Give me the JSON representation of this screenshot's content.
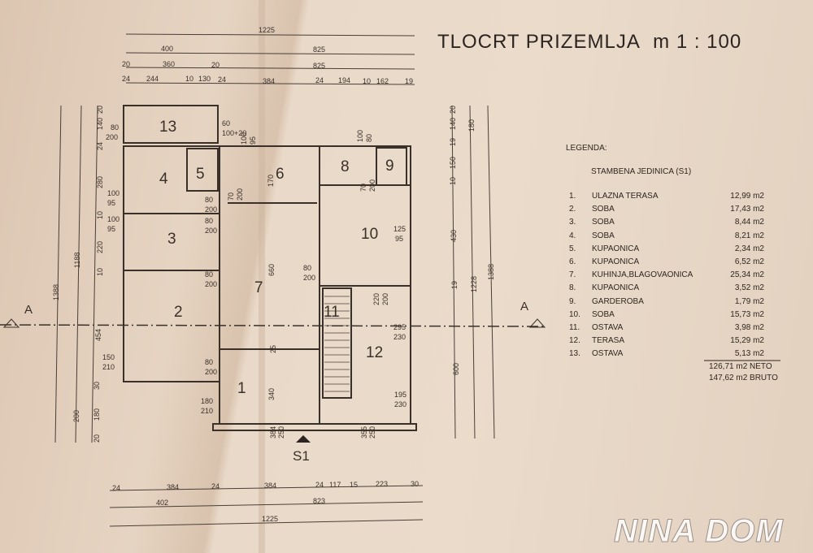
{
  "title": "TLOCRT PRIZEMLJA",
  "scale": "m 1 : 100",
  "legend": {
    "heading": "LEGENDA:",
    "unit": "STAMBENA JEDINICA (S1)",
    "items": [
      {
        "no": "1.",
        "name": "ULAZNA TERASA",
        "area": "12,99 m2"
      },
      {
        "no": "2.",
        "name": "SOBA",
        "area": "17,43 m2"
      },
      {
        "no": "3.",
        "name": "SOBA",
        "area": "8,44 m2"
      },
      {
        "no": "4.",
        "name": "SOBA",
        "area": "8,21 m2"
      },
      {
        "no": "5.",
        "name": "KUPAONICA",
        "area": "2,34 m2"
      },
      {
        "no": "6.",
        "name": "KUPAONICA",
        "area": "6,52 m2"
      },
      {
        "no": "7.",
        "name": "KUHINJA,BLAGOVAONICA",
        "area": "25,34 m2"
      },
      {
        "no": "8.",
        "name": "KUPAONICA",
        "area": "3,52 m2"
      },
      {
        "no": "9.",
        "name": "GARDEROBA",
        "area": "1,79 m2"
      },
      {
        "no": "10.",
        "name": "SOBA",
        "area": "15,73 m2"
      },
      {
        "no": "11.",
        "name": "OSTAVA",
        "area": "3,98 m2"
      },
      {
        "no": "12.",
        "name": "TERASA",
        "area": "15,29 m2"
      },
      {
        "no": "13.",
        "name": "OSTAVA",
        "area": "5,13 m2"
      }
    ],
    "total_neto": "126,71 m2 NETO",
    "total_bruto": "147,62 m2 BRUTO"
  },
  "rooms": [
    "1",
    "2",
    "3",
    "4",
    "5",
    "6",
    "7",
    "8",
    "9",
    "10",
    "11",
    "12",
    "13"
  ],
  "section_marks": {
    "left": "A",
    "right": "A"
  },
  "entrance": "S1",
  "dims": {
    "top": [
      "1225",
      "400",
      "825",
      "20",
      "360",
      "20",
      "825",
      "24",
      "244",
      "10",
      "130",
      "24",
      "384",
      "24",
      "194",
      "10",
      "162",
      "19"
    ],
    "left": [
      "1388",
      "1188",
      "20",
      "140",
      "24",
      "280",
      "10",
      "220",
      "10",
      "454",
      "30",
      "180",
      "20",
      "200"
    ],
    "right": [
      "20",
      "140",
      "19",
      "150",
      "10",
      "430",
      "19",
      "600",
      "180",
      "1228",
      "1388"
    ],
    "bottom": [
      "24",
      "384",
      "24",
      "384",
      "24",
      "117",
      "15",
      "223",
      "30",
      "402",
      "823",
      "1225"
    ],
    "openings": [
      "80",
      "200",
      "60",
      "100+20",
      "100",
      "95",
      "100",
      "95",
      "150",
      "210",
      "180",
      "210",
      "80",
      "200",
      "80",
      "200",
      "80",
      "200",
      "80",
      "200",
      "125",
      "95",
      "80",
      "200",
      "295",
      "230",
      "195",
      "230"
    ],
    "inner": [
      "100",
      "95",
      "100",
      "80",
      "70",
      "200",
      "70",
      "200",
      "170",
      "660",
      "340",
      "384",
      "250",
      "355",
      "250",
      "220",
      "200",
      "25"
    ]
  },
  "watermark": "NINA DOM"
}
